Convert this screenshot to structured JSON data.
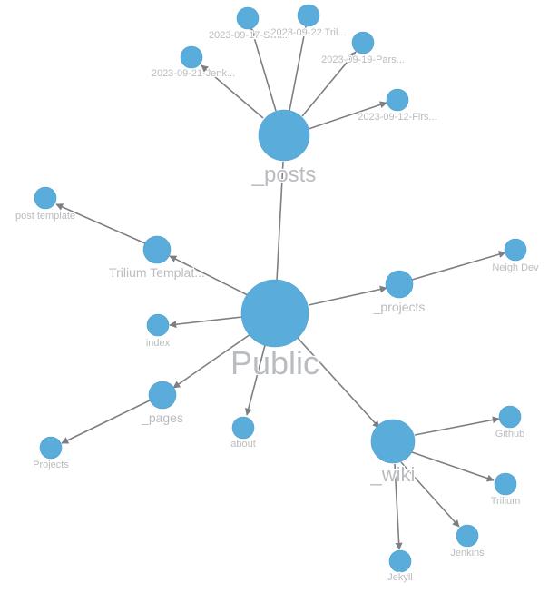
{
  "graph": {
    "colors": {
      "node": "#5aaddb",
      "edge": "#7d7f84",
      "label": "#b9bcc0"
    },
    "nodes": {
      "public": "Public",
      "posts": "_posts",
      "post_0921": "2023-09-21-Jenk...",
      "post_0917": "2023-09-17-Swit...",
      "post_0922": "2023-09-22 Tril...",
      "post_0919": "2023-09-19-Pars...",
      "post_0912": "2023-09-12-Firs...",
      "trilium_templates": "Trilium Templat...",
      "post_template": "post template",
      "index": "index",
      "projects_folder": "_projects",
      "neigh_dev": "Neigh Dev",
      "pages": "_pages",
      "projects_page": "Projects",
      "about": "about",
      "wiki": "_wiki",
      "github": "Github",
      "trilium": "Trilium",
      "jenkins": "Jenkins",
      "jekyll": "Jekyll"
    }
  }
}
